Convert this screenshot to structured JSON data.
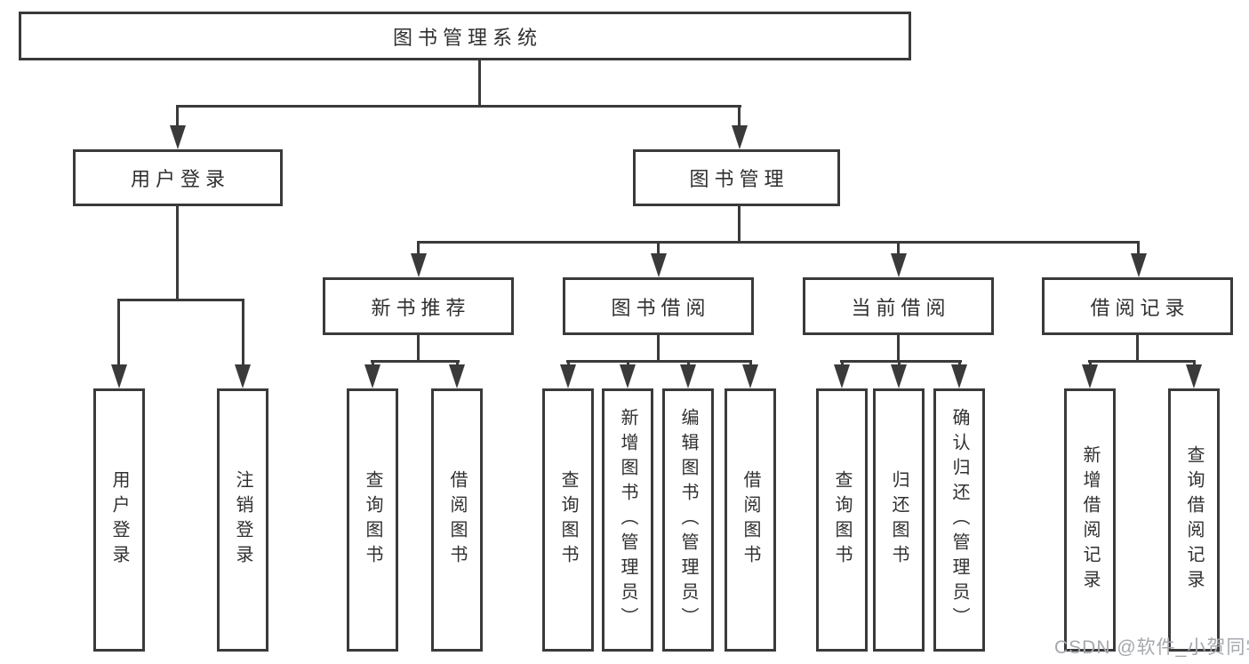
{
  "diagram": {
    "root": "图书管理系统",
    "user_login": {
      "label": "用户登录",
      "leaves": [
        "用户登录",
        "注销登录"
      ]
    },
    "book_manage": {
      "label": "图书管理",
      "sections": {
        "new_book": {
          "label": "新书推荐",
          "leaves": [
            "查询图书",
            "借阅图书"
          ]
        },
        "book_borrow": {
          "label": "图书借阅",
          "leaves": [
            "查询图书",
            "新增图书（管理员）",
            "编辑图书（管理员）",
            "借阅图书"
          ]
        },
        "current_borrow": {
          "label": "当前借阅",
          "leaves": [
            "查询图书",
            "归还图书",
            "确认归还（管理员）"
          ]
        },
        "borrow_record": {
          "label": "借阅记录",
          "leaves": [
            "新增借阅记录",
            "查询借阅记录"
          ]
        }
      }
    }
  },
  "watermark": "CSDN @软件_小贺同学",
  "colors": {
    "stroke": "#3a3a3a",
    "text": "#303030",
    "watermark": "#a5a8ad",
    "background": "#ffffff"
  }
}
